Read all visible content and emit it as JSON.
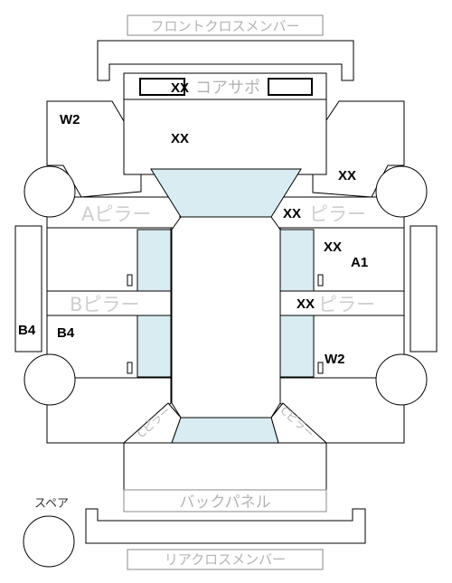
{
  "labels": {
    "front_cross_member": "フロントクロスメンバー",
    "core_support": "コアサポ",
    "a_pillar_left": "Aピラー",
    "a_pillar_right": "ピラー",
    "b_pillar_left": "Bピラー",
    "b_pillar_right": "ピラー",
    "back_panel": "バックパネル",
    "rear_cross_member": "リアクロスメンバー",
    "spare": "スペア",
    "c_pillar_left": "Cピラー",
    "c_pillar_right": "Cピラー"
  },
  "marks": {
    "core_support_xx": "XX",
    "front_xx": "XX",
    "w2_front_left": "W2",
    "right_front_fender_xx": "XX",
    "a_pillar_right_xx": "XX",
    "right_front_door_xx": "XX",
    "a1_right": "A1",
    "b_pillar_right_xx": "XX",
    "b4_outer_left": "B4",
    "b4_rear_door_left": "B4",
    "w2_rear_right": "W2"
  }
}
